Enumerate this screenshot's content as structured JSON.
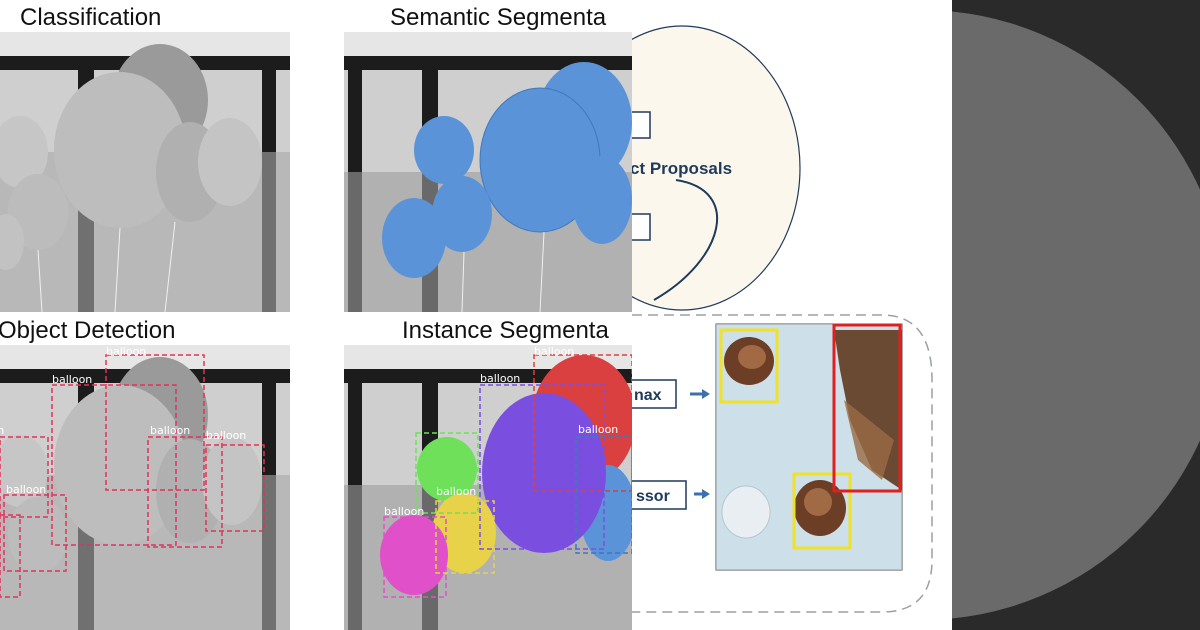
{
  "panels": {
    "classification": {
      "title": "Classification"
    },
    "semantic": {
      "title": "Semantic Segmenta"
    },
    "detection": {
      "title": "Object Detection"
    },
    "instance": {
      "title": "Instance Segmenta"
    }
  },
  "box_label": "balloon",
  "diagram": {
    "proposals_label": "ct Proposals",
    "max_label": "nax",
    "ssor_label": "ssor"
  },
  "colors": {
    "semantic_blue": "#5b93d8",
    "detection_box": "#e0335a",
    "instance_red": "#d9403f",
    "instance_purple": "#7a4fe0",
    "instance_green": "#6fe05a",
    "instance_yellow": "#e8d24a",
    "instance_magenta": "#e050c8",
    "diagram_navy": "#1f3a5a",
    "rust_yellow_box": "#f0e22a",
    "rust_red_box": "#e02020",
    "dark_bg": "#2a2a2a",
    "dark_circle": "#6a6a6a"
  }
}
